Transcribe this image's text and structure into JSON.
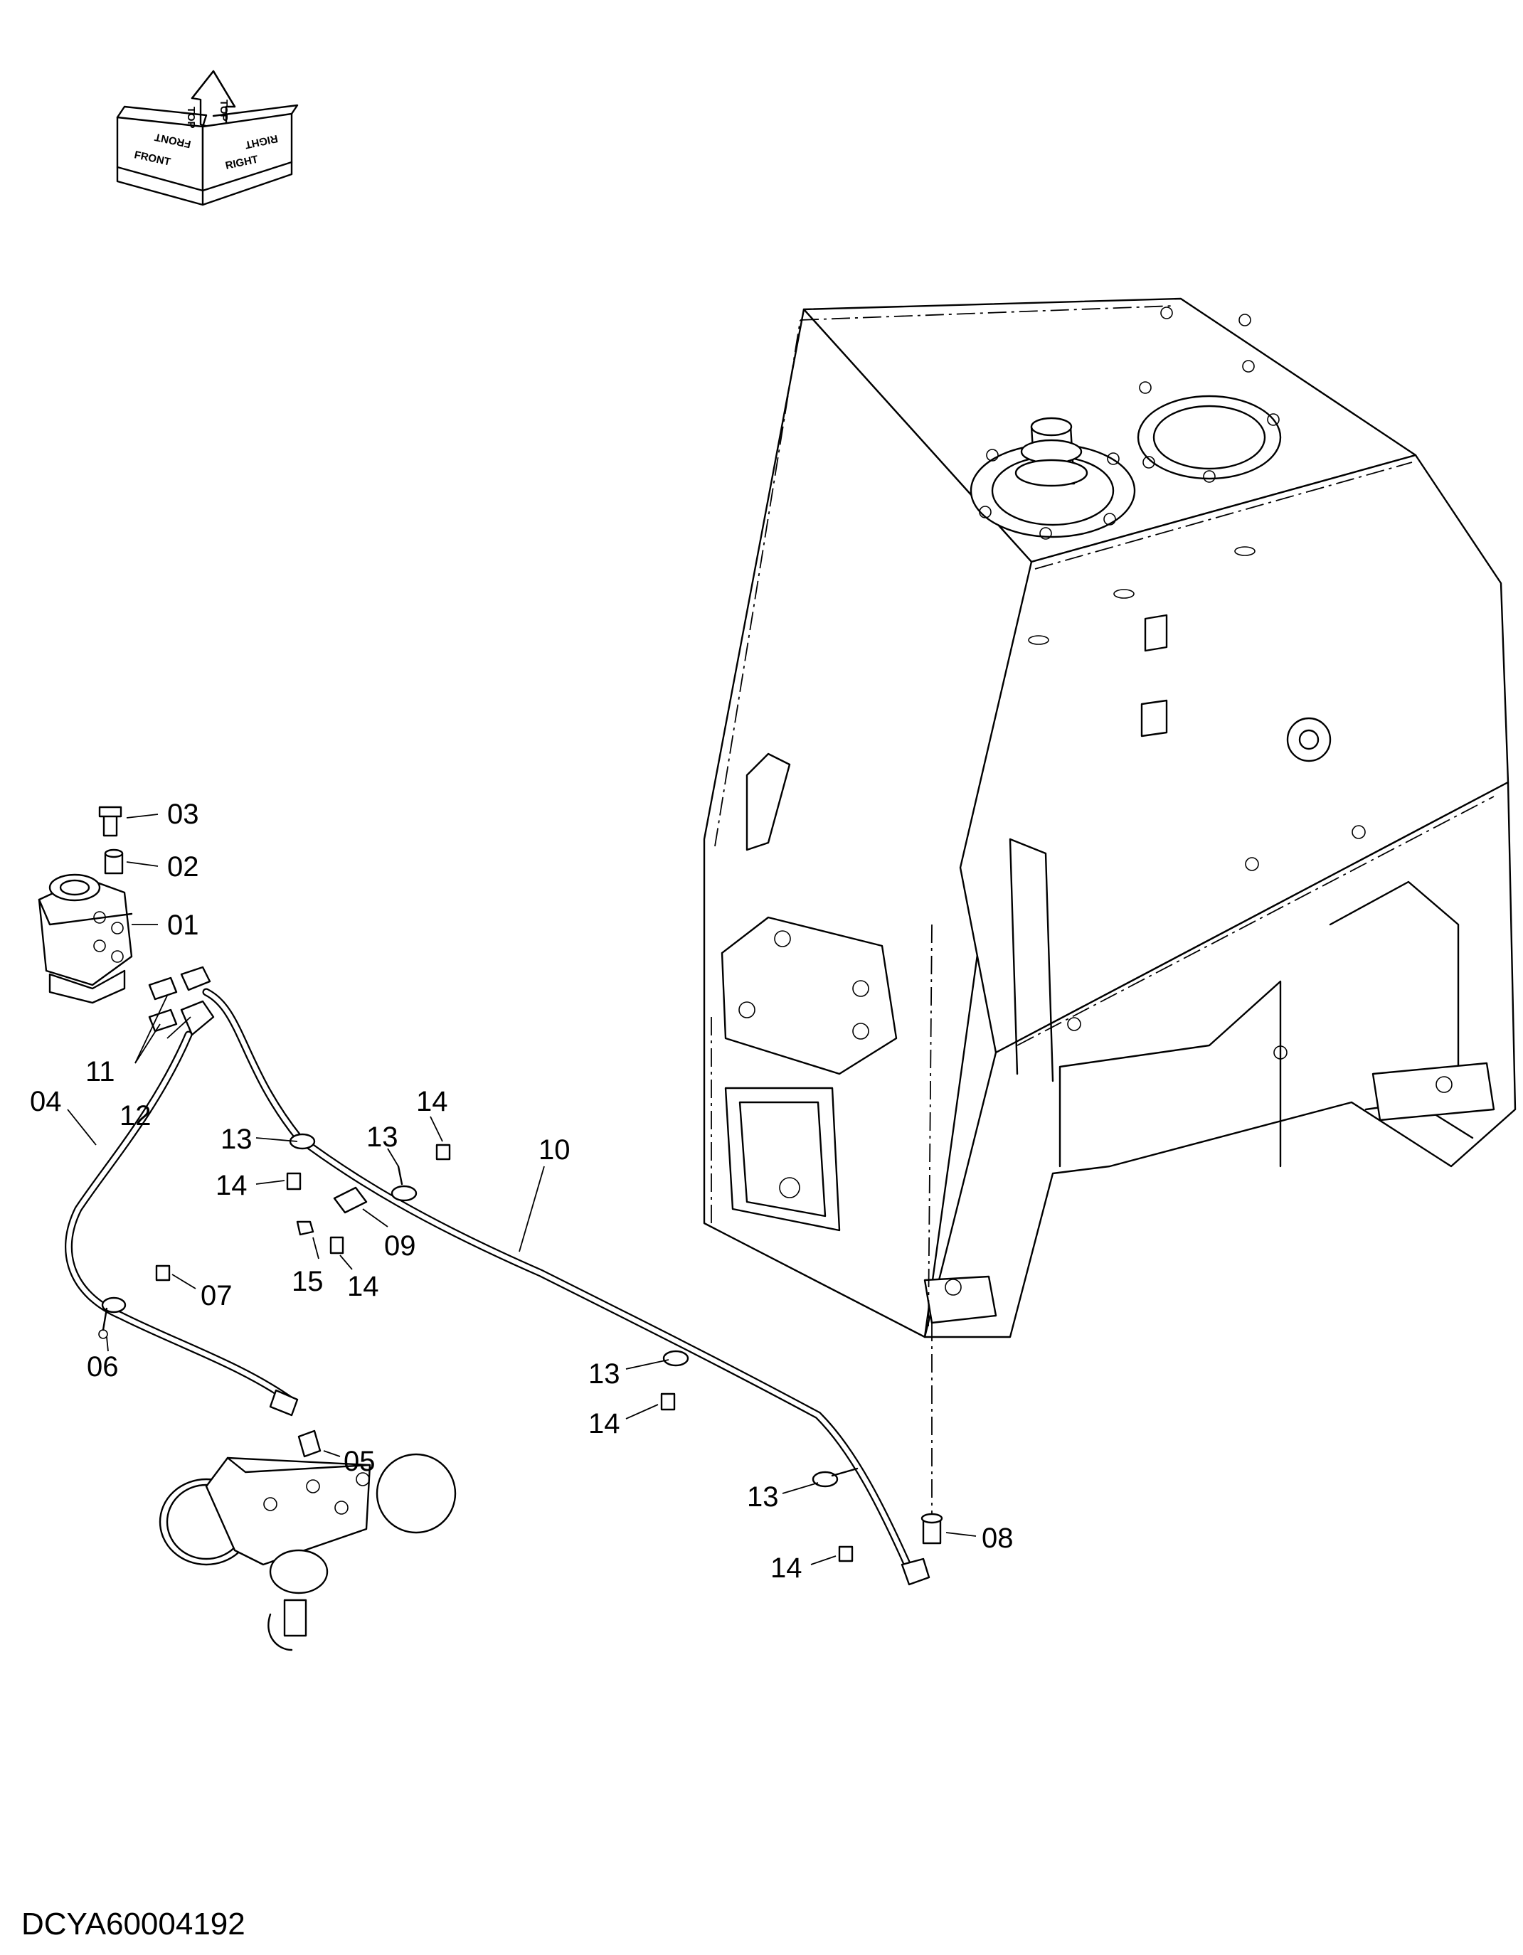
{
  "diagram": {
    "document_id": "DCYA60004192",
    "orientation": {
      "top": "TOP",
      "front": "FRONT",
      "right": "RIGHT"
    },
    "parts": [
      {
        "ref": "01"
      },
      {
        "ref": "02"
      },
      {
        "ref": "03"
      },
      {
        "ref": "04"
      },
      {
        "ref": "05"
      },
      {
        "ref": "06"
      },
      {
        "ref": "07"
      },
      {
        "ref": "08"
      },
      {
        "ref": "09"
      },
      {
        "ref": "10"
      },
      {
        "ref": "11"
      },
      {
        "ref": "12"
      },
      {
        "ref": "13"
      },
      {
        "ref": "14"
      },
      {
        "ref": "15"
      }
    ]
  }
}
